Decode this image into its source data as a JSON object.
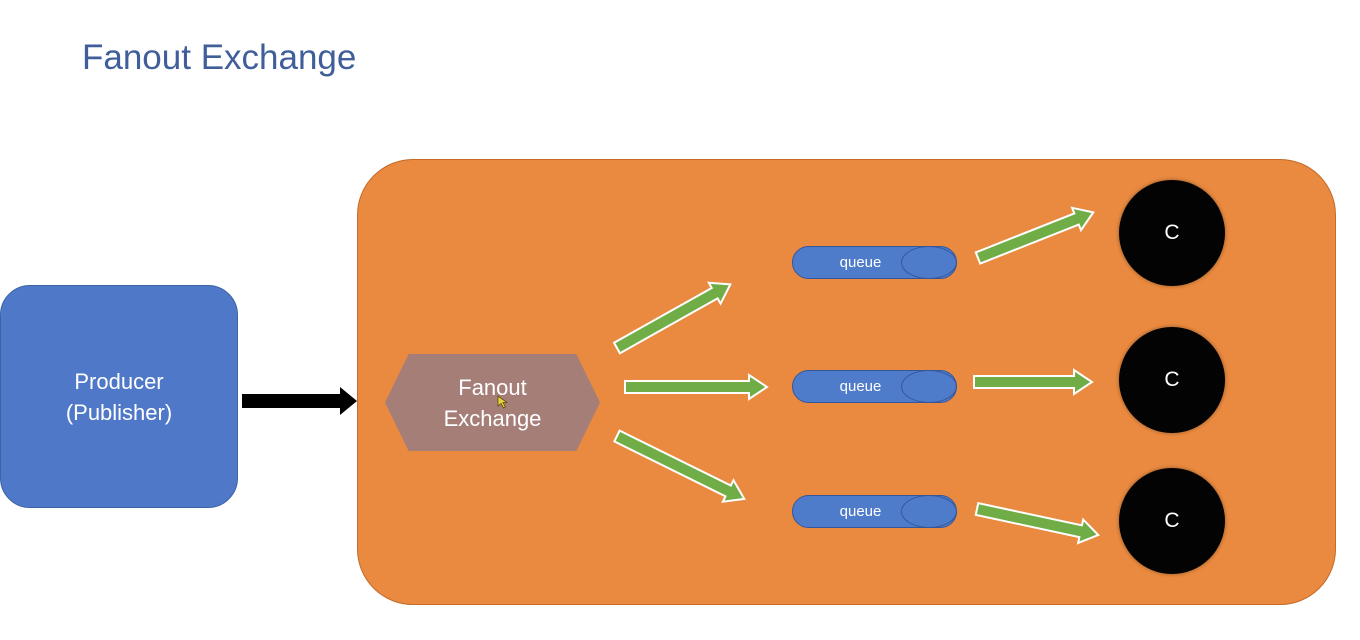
{
  "slide": {
    "title": "Fanout Exchange"
  },
  "producer": {
    "line1": "Producer",
    "line2": "(Publisher)"
  },
  "exchange": {
    "line1": "Fanout",
    "line2": "Exchange"
  },
  "queues": [
    {
      "label": "queue"
    },
    {
      "label": "queue"
    },
    {
      "label": "queue"
    }
  ],
  "consumers": [
    {
      "label": "C"
    },
    {
      "label": "C"
    },
    {
      "label": "C"
    }
  ],
  "colors": {
    "title": "#3F5E9A",
    "broker": "#EA8A40",
    "producer": "#5078C8",
    "exchange": "#A57E78",
    "queue": "#4F7BCB",
    "consumer": "#030303",
    "fanout_arrow": "#70AD47",
    "publish_arrow": "#000000"
  }
}
